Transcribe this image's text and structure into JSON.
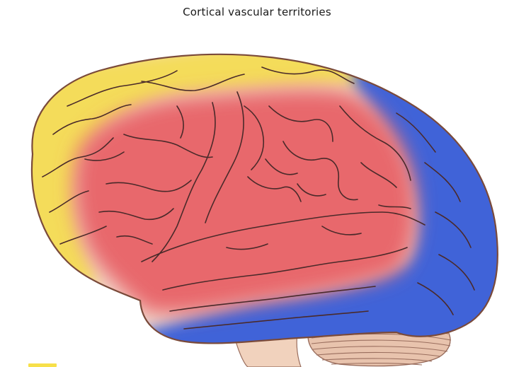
{
  "diagram": {
    "title": "Cortical vascular territories",
    "territories": [
      {
        "name": "anterior-cerebral-territory",
        "color": "#f4dc5a"
      },
      {
        "name": "middle-cerebral-territory",
        "color": "#e8686c"
      },
      {
        "name": "posterior-cerebral-territory",
        "color": "#3f63d8"
      }
    ],
    "colors": {
      "brain_outline": "#7a4a3a",
      "sulcus": "#4a2a2a",
      "cerebellum_fill": "#e8c3ad",
      "cerebellum_lines": "#9a6e5e",
      "brainstem_fill": "#f1d2bd",
      "legend_chip": "#f7e04a"
    }
  }
}
